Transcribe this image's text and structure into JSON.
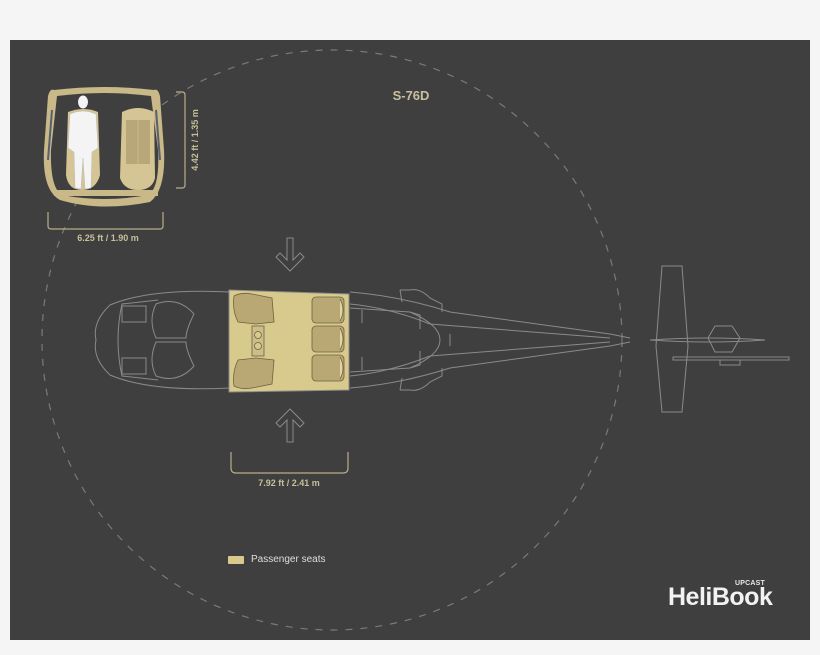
{
  "diagram": {
    "model": "S-76D",
    "cabin_width_label": "6.25 ft / 1.90 m",
    "cabin_height_label": "4.42 ft / 1.35 m",
    "cabin_length_label": "7.92 ft / 2.41 m",
    "passenger_seat_count": 5,
    "icons": [
      "cabin-cross-section-icon",
      "seated-passenger-icon",
      "helicopter-top-view-icon",
      "arrow-down-icon",
      "arrow-up-icon",
      "rotor-circle"
    ]
  },
  "legend": {
    "items": [
      {
        "label": "Passenger seats",
        "color": "#d8c98c"
      }
    ]
  },
  "brand": {
    "name": "HeliBook",
    "sub": "UPCAST"
  },
  "colors": {
    "background": "#3f3f3f",
    "page": "#f5f5f5",
    "seat_fill": "#d8c98c",
    "outline": "#8a8a8a",
    "label": "#c7bf98"
  }
}
